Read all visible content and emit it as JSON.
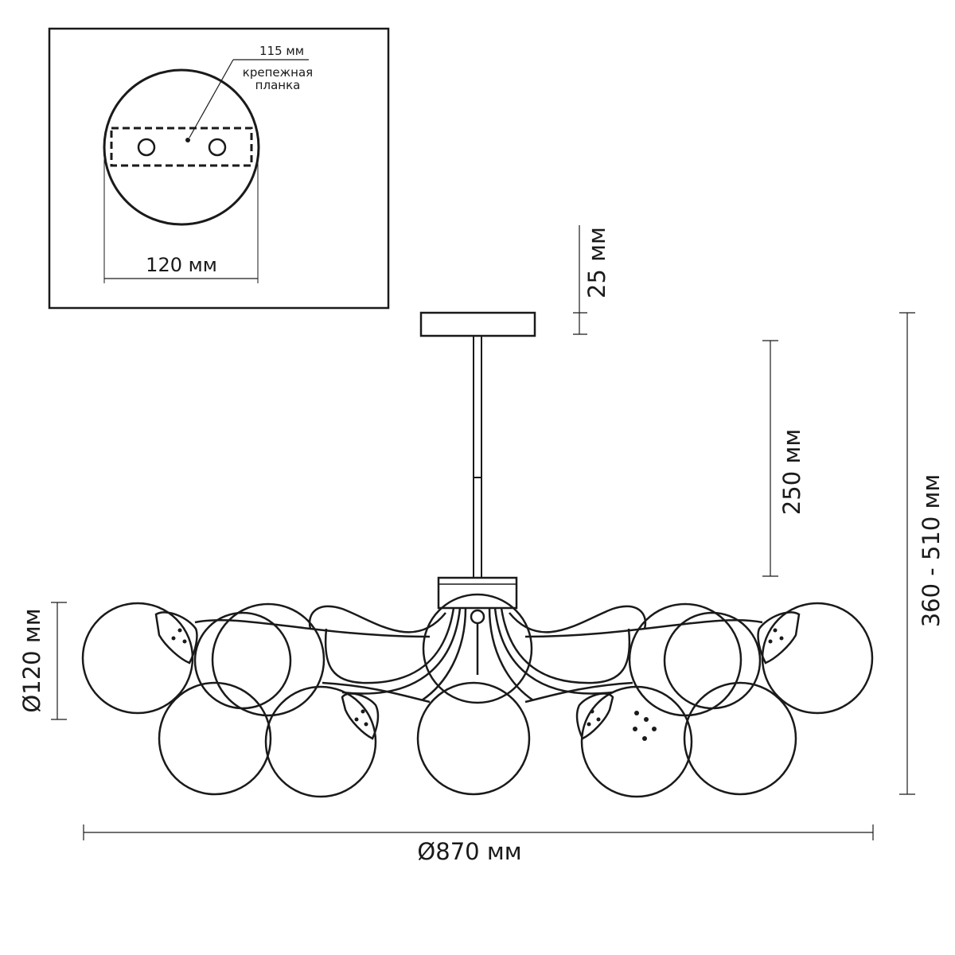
{
  "inset": {
    "plate_dim": "115 мм",
    "plate_label_line1": "крепежная",
    "plate_label_line2": "планка",
    "canopy_width": "120 мм"
  },
  "dimensions": {
    "canopy_height": "25 мм",
    "rod_length": "250 мм",
    "total_height": "360 - 510 мм",
    "globe_diameter": "Ø120 мм",
    "overall_diameter": "Ø870 мм"
  },
  "colors": {
    "line": "#1a1a1a",
    "background": "#ffffff"
  }
}
